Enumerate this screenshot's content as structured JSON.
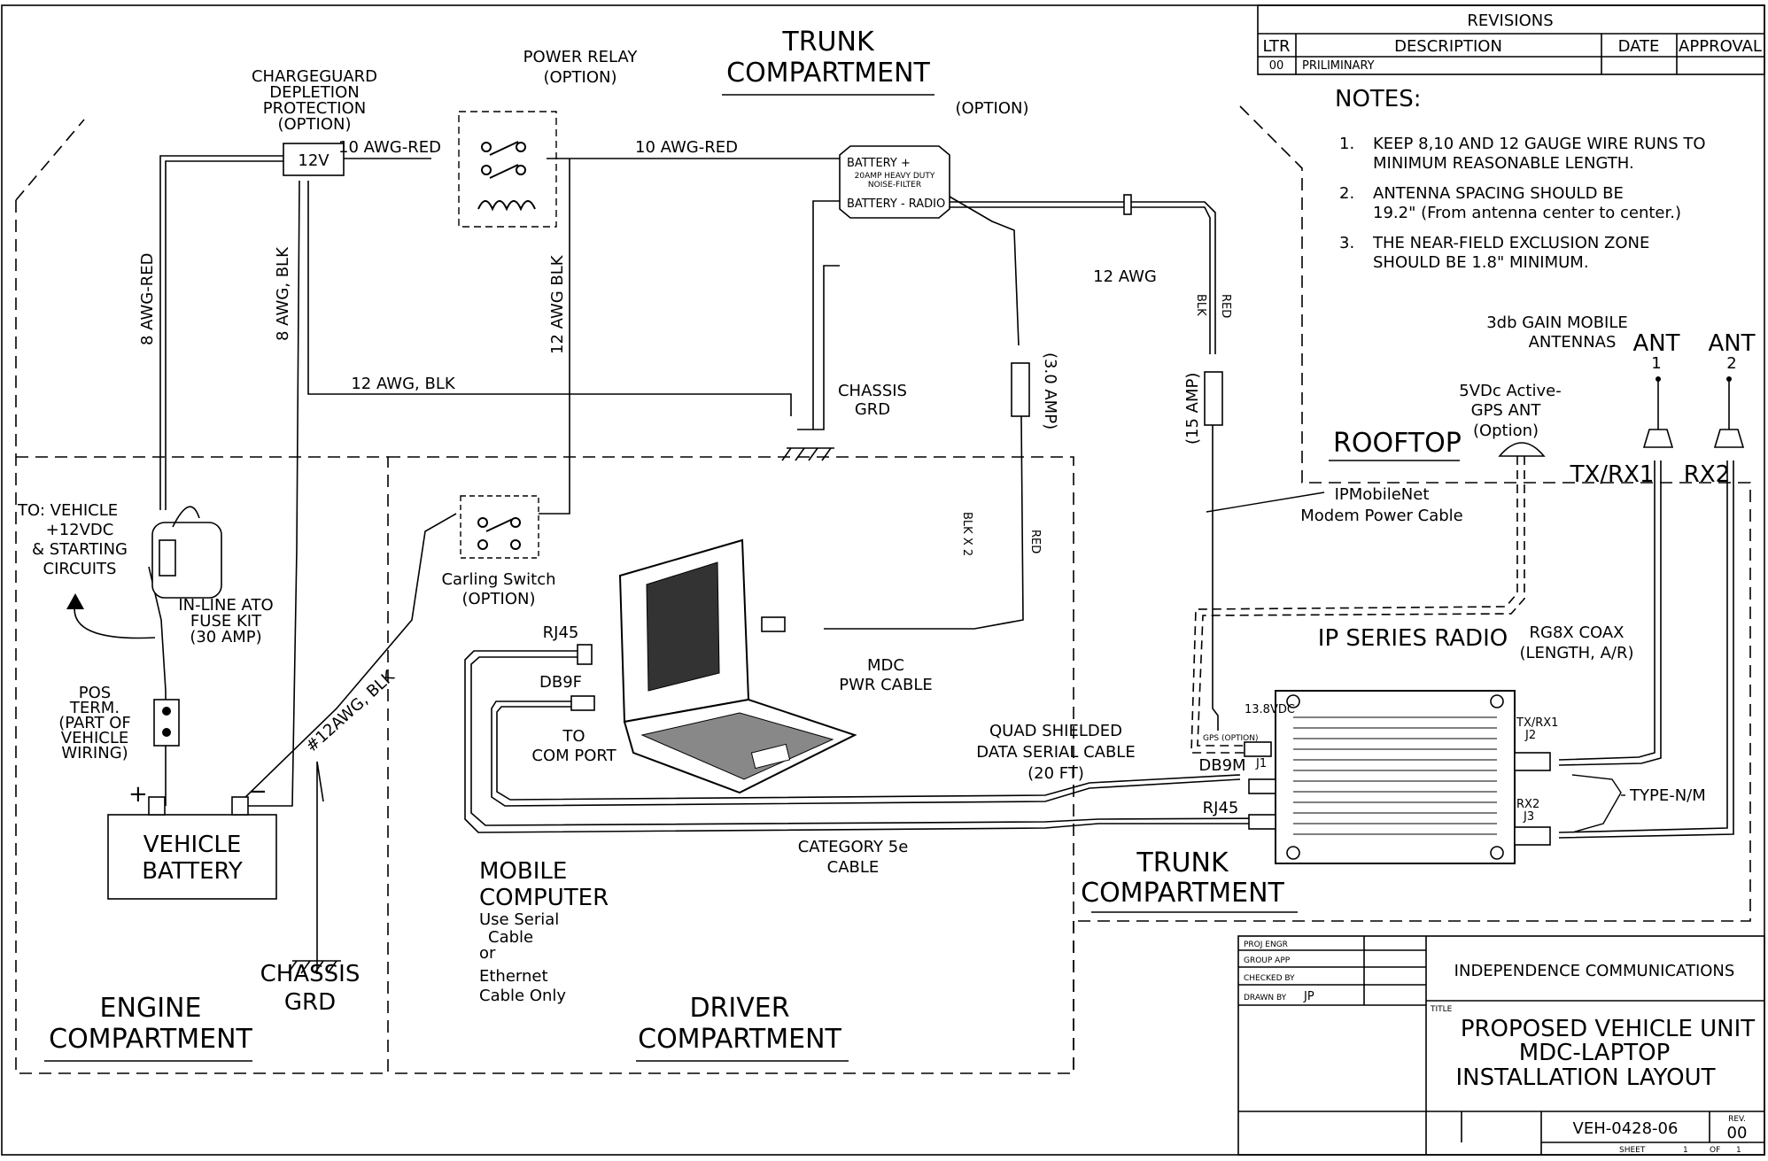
{
  "revisions": {
    "title": "REVISIONS",
    "headers": [
      "LTR",
      "DESCRIPTION",
      "DATE",
      "APPROVAL"
    ],
    "rows": [
      [
        "00",
        "PRILIMINARY",
        "",
        ""
      ]
    ]
  },
  "notes": {
    "title": "NOTES:",
    "items": [
      {
        "num": "1.",
        "line1": "KEEP 8,10 AND 12 GAUGE WIRE RUNS TO",
        "line2": "MINIMUM REASONABLE LENGTH."
      },
      {
        "num": "2.",
        "line1": "ANTENNA SPACING SHOULD BE",
        "line2": "19.2\" (From antenna center to center.)"
      },
      {
        "num": "3.",
        "line1": "THE NEAR-FIELD EXCLUSION ZONE",
        "line2": "SHOULD BE 1.8\" MINIMUM."
      }
    ]
  },
  "zones": {
    "trunk_top": [
      "TRUNK",
      "COMPARTMENT"
    ],
    "rooftop": "ROOFTOP",
    "engine": [
      "ENGINE",
      "COMPARTMENT"
    ],
    "driver": [
      "DRIVER",
      "COMPARTMENT"
    ],
    "trunk_bottom": [
      "TRUNK",
      "COMPARTMENT"
    ]
  },
  "labels": {
    "chargeguard": [
      "CHARGEGUARD",
      "DEPLETION",
      "PROTECTION",
      "(OPTION)"
    ],
    "chargeguard_value": "12V",
    "power_relay": [
      "POWER RELAY",
      "(OPTION)"
    ],
    "option_filter": "(OPTION)",
    "filter": [
      "BATTERY +",
      "20AMP HEAVY DUTY",
      "NOISE-FILTER",
      "BATTERY -  RADIO"
    ],
    "wire_10awg_red_1": "10 AWG-RED",
    "wire_10awg_red_2": "10 AWG-RED",
    "wire_8awg_red": "8 AWG-RED",
    "wire_8awg_blk": "8 AWG, BLK",
    "wire_12awg_blk_v": "12 AWG BLK",
    "wire_12awg_blk_h": "12 AWG, BLK",
    "wire_12awg": "12 AWG",
    "wire_blk": "BLK",
    "wire_red": "RED",
    "fuse_3amp": "(3.0 AMP)",
    "fuse_15amp": "(15 AMP)",
    "chassis_grd_top": [
      "CHASSIS",
      "GRD"
    ],
    "chassis_grd_bottom": [
      "CHASSIS",
      "GRD"
    ],
    "vehicle_power": [
      "TO: VEHICLE",
      "+12VDC",
      "& STARTING",
      "CIRCUITS"
    ],
    "fuse_kit": [
      "IN-LINE ATO",
      "FUSE KIT",
      "(30 AMP)"
    ],
    "pos_term": [
      "POS",
      "TERM.",
      "(PART OF",
      "VEHICLE",
      "WIRING)"
    ],
    "plus": "+",
    "minus": "−",
    "battery": [
      "VEHICLE",
      "BATTERY"
    ],
    "wire_12awg_blk_diag": "#12AWG, BLK",
    "carling": [
      "Carling Switch",
      "(OPTION)"
    ],
    "rj45_laptop": "RJ45",
    "db9f": "DB9F",
    "com_port": [
      "TO",
      "COM PORT"
    ],
    "mdc_cable": [
      "MDC",
      "PWR CABLE"
    ],
    "blk_x2": "BLK X 2",
    "red_driver": "RED",
    "quad_cable": [
      "QUAD SHIELDED",
      "DATA SERIAL CABLE",
      "(20 FT)"
    ],
    "cat5": [
      "CATEGORY 5e",
      "CABLE"
    ],
    "mobile_computer": [
      "MOBILE",
      "COMPUTER",
      "Use Serial",
      "Cable",
      "or",
      "Ethernet",
      "Cable Only"
    ],
    "ant_header": [
      "3db GAIN MOBILE",
      "ANTENNAS"
    ],
    "ant1": [
      "ANT",
      "1"
    ],
    "ant2": [
      "ANT",
      "2"
    ],
    "gps_ant": [
      "5VDc Active-",
      "GPS ANT",
      "(Option)"
    ],
    "txrx1_top": "TX/RX1",
    "rx2_top": "RX2",
    "ipmobilenet": [
      "IPMobileNet",
      "Modem Power Cable"
    ],
    "ip_series_radio": "IP SERIES RADIO",
    "rg8x": [
      "RG8X COAX",
      "(LENGTH, A/R)"
    ],
    "v138": "13.8VDC",
    "gps_option": "GPS (OPTION)",
    "db9m": "DB9M",
    "j1": "J1",
    "rj45_radio": "RJ45",
    "txrx1_j2": [
      "TX/RX1",
      "J2"
    ],
    "rx2_j3": [
      "RX2",
      "J3"
    ],
    "type_nm": "TYPE-N/M"
  },
  "title_block": {
    "rows": [
      {
        "label": "PROJ ENGR",
        "value": ""
      },
      {
        "label": "GROUP APP",
        "value": ""
      },
      {
        "label": "CHECKED BY",
        "value": ""
      },
      {
        "label": "DRAWN BY",
        "value": "JP"
      }
    ],
    "company": "INDEPENDENCE COMMUNICATIONS",
    "title_label": "TITLE",
    "title_lines": [
      "PROPOSED VEHICLE UNIT",
      "MDC-LAPTOP",
      "INSTALLATION LAYOUT"
    ],
    "drawing_no": "VEH-0428-06",
    "rev_label": "REV.",
    "rev": "00",
    "sheet": "SHEET",
    "sheet_num": "1",
    "of": "OF",
    "sheet_total": "1"
  }
}
